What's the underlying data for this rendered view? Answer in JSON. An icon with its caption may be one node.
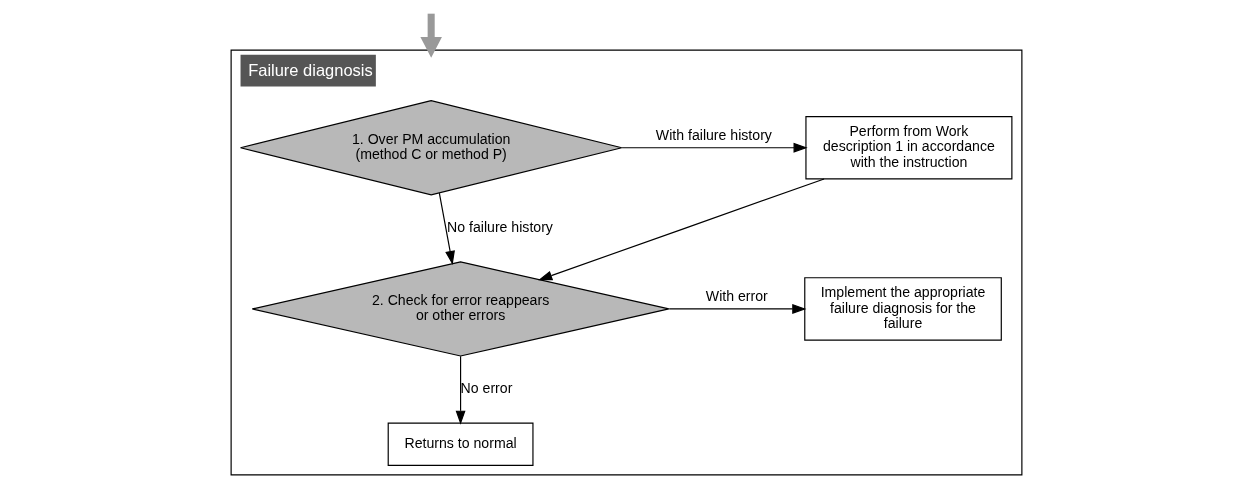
{
  "diagram": {
    "nodes": [
      {
        "text": [
          "Failure diagnosis"
        ]
      },
      {
        "text": [
          "1. Over PM accumulation (method C or method P)"
        ],
        "in": 0
      },
      {
        "text": [
          "Perform from Work description 1 in accordance with the instruction"
        ],
        "in": 0
      },
      {
        "text": [
          "2. Check for error reappears or other errors"
        ],
        "in": 0
      },
      {
        "text": [
          "Implement the appropriate failure diagnosis for the failure"
        ],
        "in": 0
      },
      {
        "text": [
          "Returns to normal"
        ],
        "in": 0
      }
    ],
    "edges": [
      {
        "from": null,
        "to": 0,
        "arrow": "to",
        "style": "thick",
        "color": "#999999"
      },
      {
        "from": 1,
        "to": 2,
        "arrow": "to",
        "label": "With failure history"
      },
      {
        "from": 1,
        "to": 3,
        "arrow": "to",
        "label": "No failure history"
      },
      {
        "from": 2,
        "to": 3,
        "arrow": "to"
      },
      {
        "from": 3,
        "to": 4,
        "arrow": "to",
        "label": "With error"
      },
      {
        "from": 3,
        "to": 5,
        "arrow": "to",
        "label": "No error"
      }
    ]
  }
}
